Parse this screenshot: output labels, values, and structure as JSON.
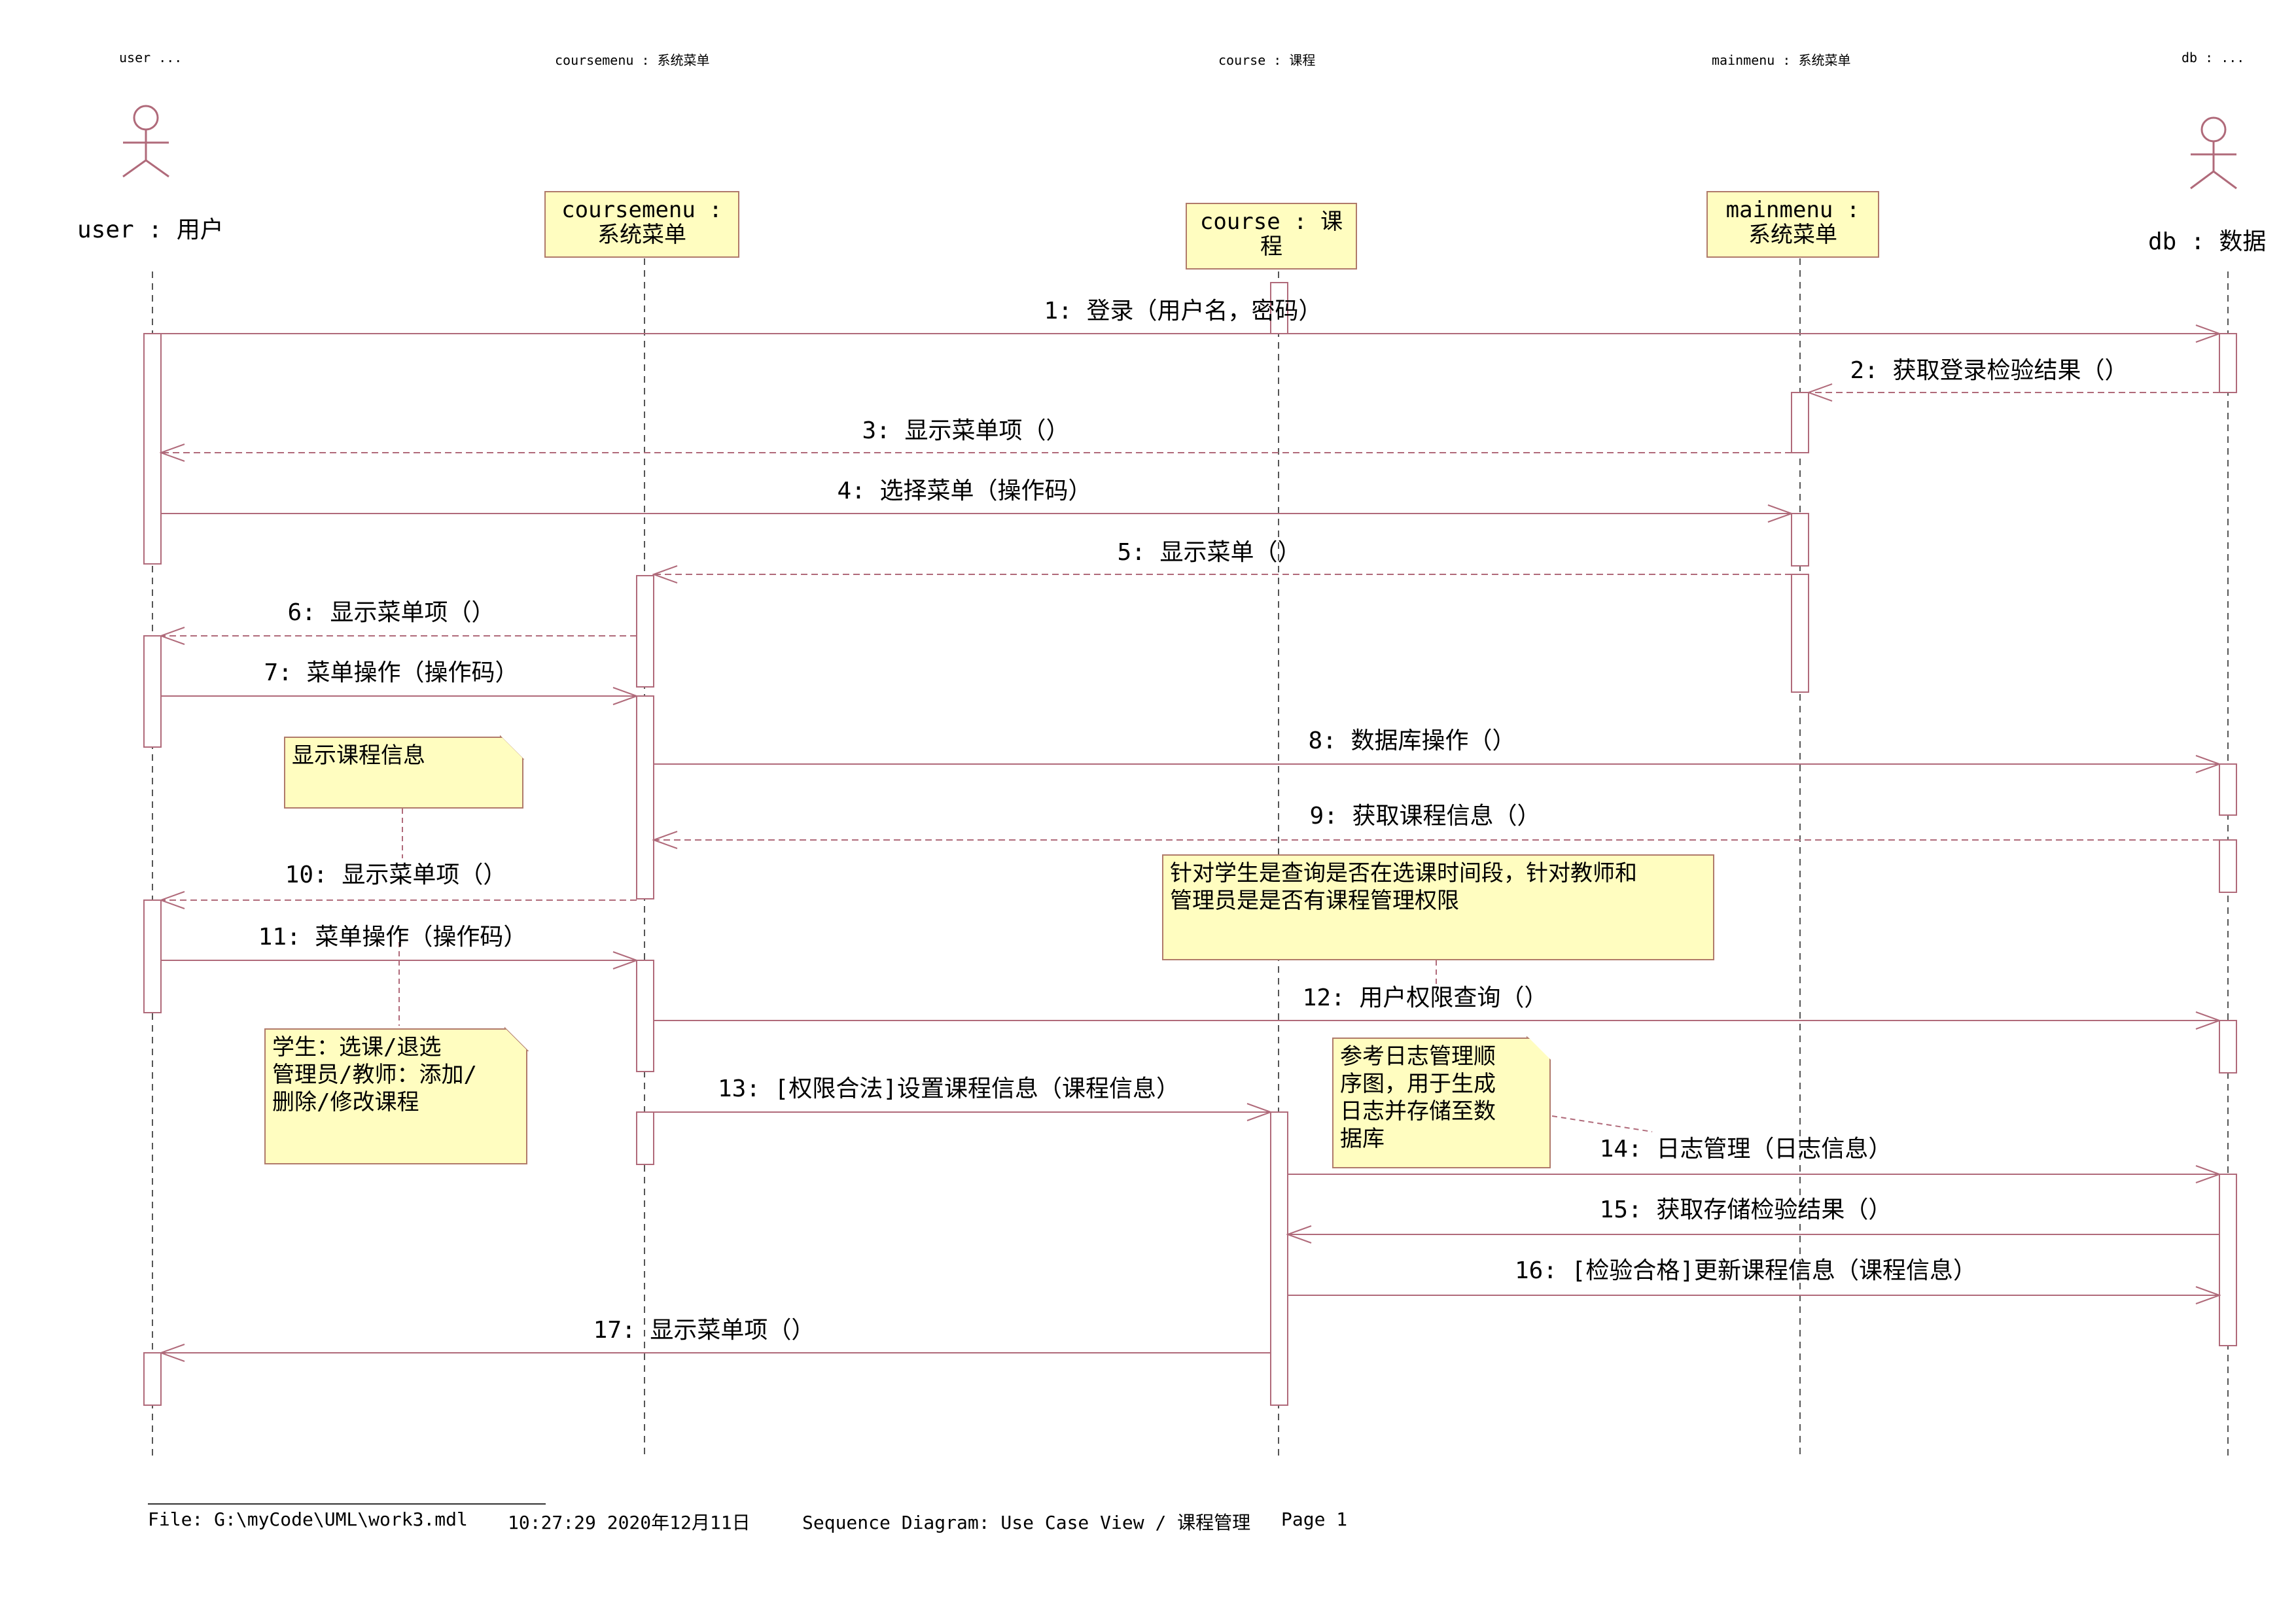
{
  "header": {
    "labels": [
      "user ...",
      "coursemenu : 系统菜单",
      "course : 课程",
      "mainmenu : 系统菜单",
      "db : ..."
    ]
  },
  "lifelines": {
    "user": {
      "label": "user : 用户"
    },
    "coursemenu": {
      "line1": "coursemenu :",
      "line2": "系统菜单"
    },
    "course": {
      "line1": "course : 课",
      "line2": "程"
    },
    "mainmenu": {
      "line1": "mainmenu :",
      "line2": "系统菜单"
    },
    "db": {
      "label": "db : 数据"
    }
  },
  "messages": [
    {
      "label": "1: 登录（用户名，密码）",
      "from": "user",
      "to": "db",
      "type": "call"
    },
    {
      "label": "2: 获取登录检验结果（）",
      "from": "db",
      "to": "mainmenu",
      "type": "return"
    },
    {
      "label": "3: 显示菜单项（）",
      "from": "mainmenu",
      "to": "user",
      "type": "return"
    },
    {
      "label": "4: 选择菜单（操作码）",
      "from": "user",
      "to": "mainmenu",
      "type": "call"
    },
    {
      "label": "5: 显示菜单（）",
      "from": "mainmenu",
      "to": "coursemenu",
      "type": "return"
    },
    {
      "label": "6: 显示菜单项（）",
      "from": "coursemenu",
      "to": "user",
      "type": "return"
    },
    {
      "label": "7: 菜单操作（操作码）",
      "from": "user",
      "to": "coursemenu",
      "type": "call"
    },
    {
      "label": "8: 数据库操作（）",
      "from": "coursemenu",
      "to": "db",
      "type": "call"
    },
    {
      "label": "9: 获取课程信息（）",
      "from": "db",
      "to": "coursemenu",
      "type": "return"
    },
    {
      "label": "10: 显示菜单项（）",
      "from": "coursemenu",
      "to": "user",
      "type": "return"
    },
    {
      "label": "11: 菜单操作（操作码）",
      "from": "user",
      "to": "coursemenu",
      "type": "call"
    },
    {
      "label": "12: 用户权限查询（）",
      "from": "coursemenu",
      "to": "db",
      "type": "call"
    },
    {
      "label": "13: [权限合法]设置课程信息（课程信息）",
      "from": "coursemenu",
      "to": "course",
      "type": "call"
    },
    {
      "label": "14: 日志管理（日志信息）",
      "from": "course",
      "to": "db",
      "type": "call"
    },
    {
      "label": "15: 获取存储检验结果（）",
      "from": "db",
      "to": "course",
      "type": "call"
    },
    {
      "label": "16: [检验合格]更新课程信息（课程信息）",
      "from": "course",
      "to": "db",
      "type": "call"
    },
    {
      "label": "17: 显示菜单项（）",
      "from": "course",
      "to": "user",
      "type": "call"
    }
  ],
  "notes": [
    {
      "text": "显示课程信息"
    },
    {
      "text": "针对学生是查询是否在选课时间段，针对教师和\n管理员是是否有课程管理权限"
    },
    {
      "text": "学生：选课/退选\n管理员/教师：添加/\n删除/修改课程"
    },
    {
      "text": "参考日志管理顺\n序图，用于生成\n日志并存储至数\n据库"
    }
  ],
  "footer": {
    "file": "File: G:\\myCode\\UML\\work3.mdl",
    "timestamp": "10:27:29 2020年12月11日",
    "diagram": "Sequence Diagram: Use Case View / 课程管理",
    "page": "Page 1"
  },
  "colors": {
    "line": "#b06a7a",
    "lifeline": "#555555",
    "note_fill": "#fffdc0",
    "box_border": "#b07a6a"
  }
}
